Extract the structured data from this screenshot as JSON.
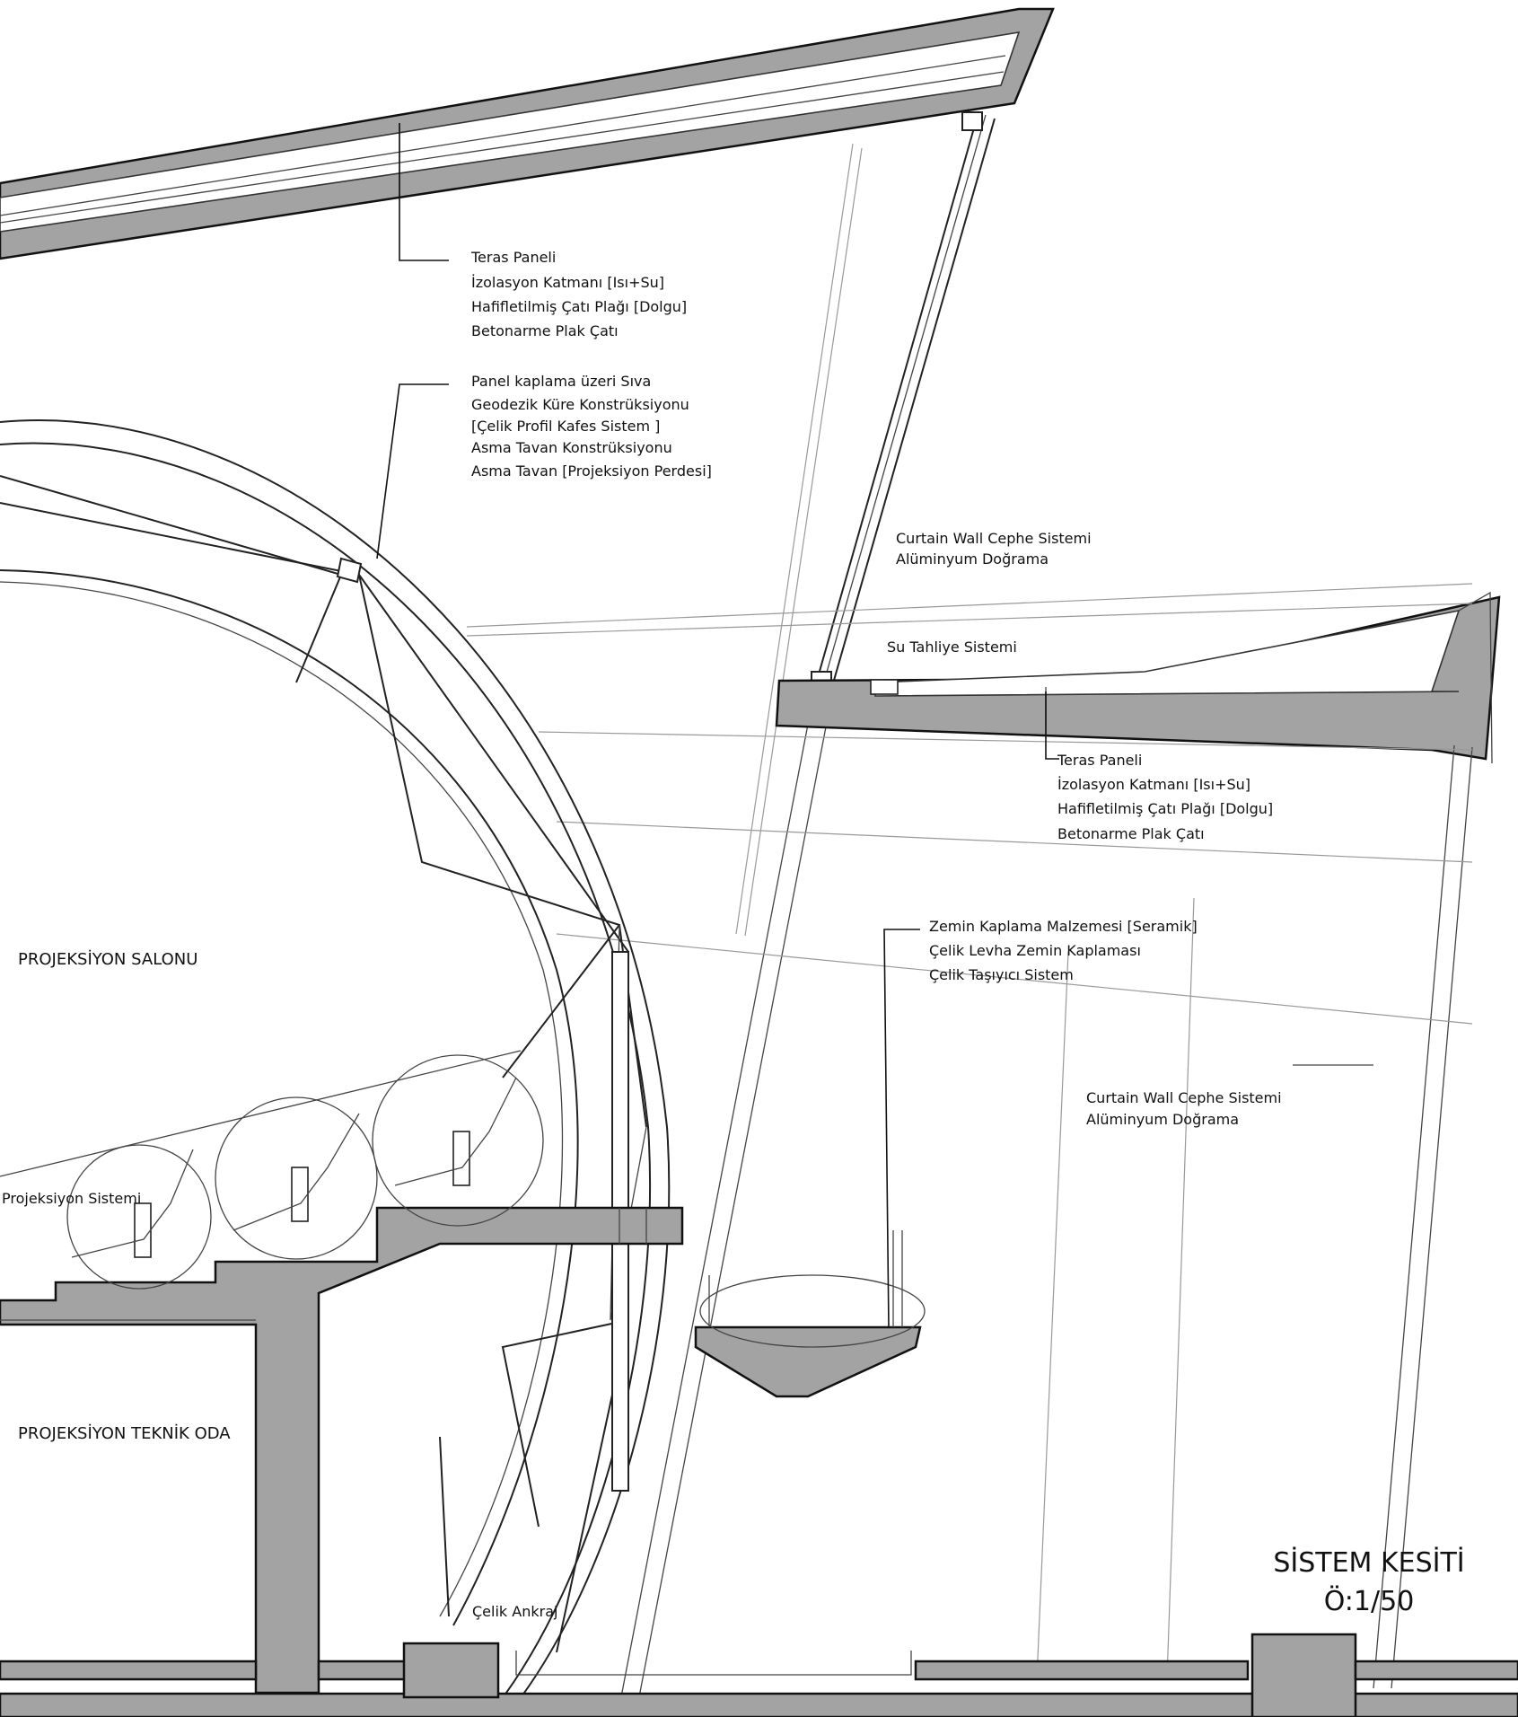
{
  "roof_upper_note": [
    "Teras Paneli",
    "İzolasyon Katmanı [Isı+Su]",
    "Hafifletilmiş Çatı Plağı [Dolgu]",
    "Betonarme Plak Çatı"
  ],
  "dome_note": [
    "Panel kaplama üzeri Sıva",
    "Geodezik Küre Konstrüksiyonu",
    "[Çelik Profil Kafes Sistem ]",
    "Asma Tavan Konstrüksiyonu",
    "Asma Tavan [Projeksiyon Perdesi]"
  ],
  "curtain_wall_upper": [
    "Curtain Wall Cephe Sistemi",
    "Alüminyum Doğrama"
  ],
  "drainage": "Su Tahliye Sistemi",
  "roof_lower_note": [
    "Teras Paneli",
    "İzolasyon Katmanı [Isı+Su]",
    "Hafifletilmiş Çatı Plağı [Dolgu]",
    "Betonarme Plak Çatı"
  ],
  "floor_note": [
    "Zemin Kaplama Malzemesi [Seramik]",
    "Çelik Levha Zemin Kaplaması",
    "Çelik Taşıyıcı Sistem"
  ],
  "curtain_wall_lower": [
    "Curtain Wall Cephe Sistemi",
    "Alüminyum Doğrama"
  ],
  "rooms": {
    "projection_hall": "PROJEKSİYON SALONU",
    "projection_system": "Projeksiyon Sistemi",
    "technical_room": "PROJEKSİYON TEKNİK ODA"
  },
  "anchor": "Çelik Ankraj",
  "title": {
    "name": "SİSTEM KESİTİ",
    "scale": "Ö:1/50"
  }
}
